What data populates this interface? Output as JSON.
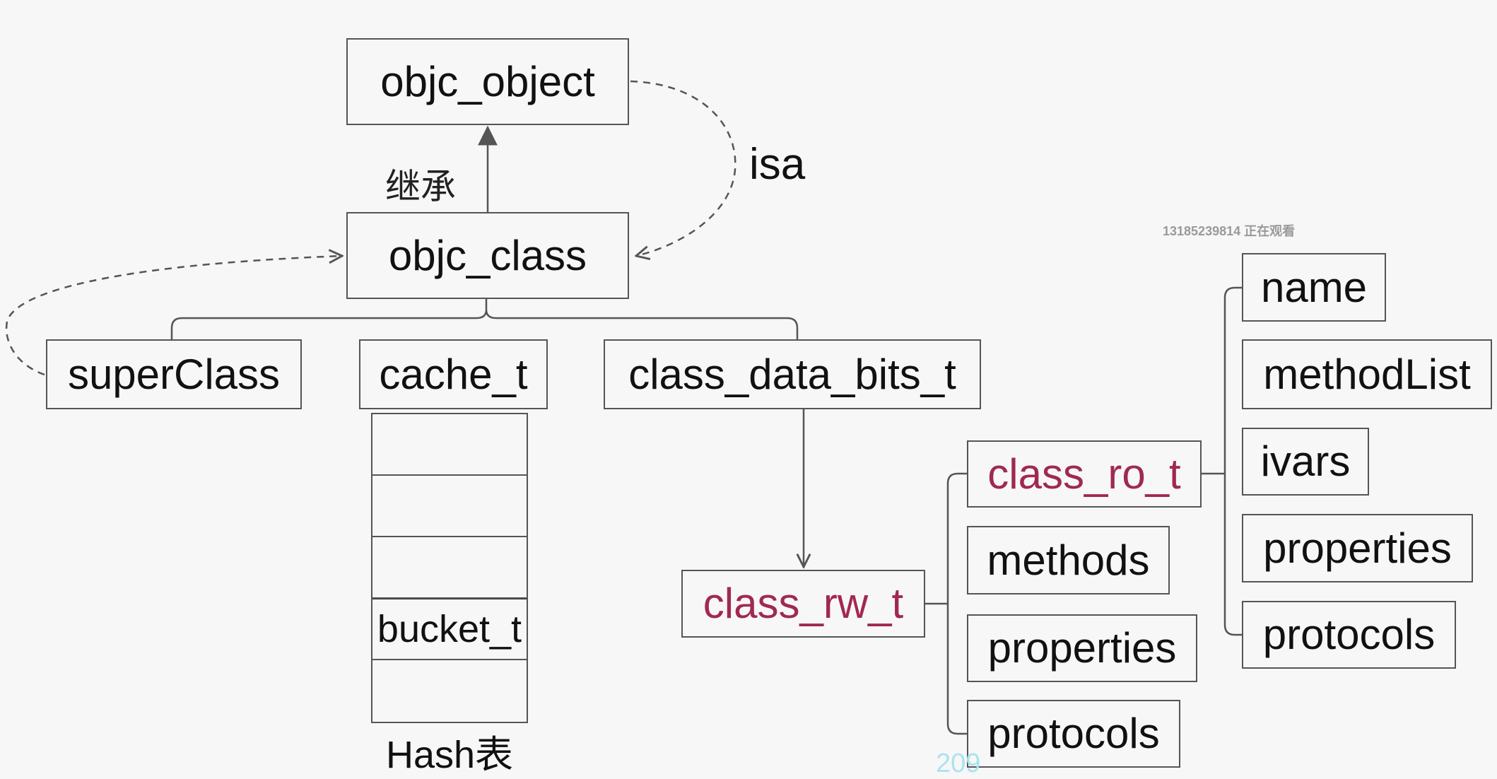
{
  "diagram": {
    "objc_object": "objc_object",
    "objc_class": "objc_class",
    "inherit_label": "继承",
    "isa_label": "isa",
    "class_members": {
      "superclass": "superClass",
      "cache": "cache_t",
      "data_bits": "class_data_bits_t"
    },
    "hash_table": {
      "bucket_label": "bucket_t",
      "caption": "Hash表"
    },
    "class_rw_t": {
      "label": "class_rw_t",
      "fields": [
        "class_ro_t",
        "methods",
        "properties",
        "protocols"
      ]
    },
    "class_ro_t": {
      "fields": [
        "name",
        "methodList",
        "ivars",
        "properties",
        "protocols"
      ]
    }
  },
  "overlay": {
    "viewer_notice": "13185239814 正在观看",
    "danmaku": "209"
  },
  "colors": {
    "highlight": "#a0294f",
    "line": "#555555",
    "background": "#f7f7f7"
  }
}
